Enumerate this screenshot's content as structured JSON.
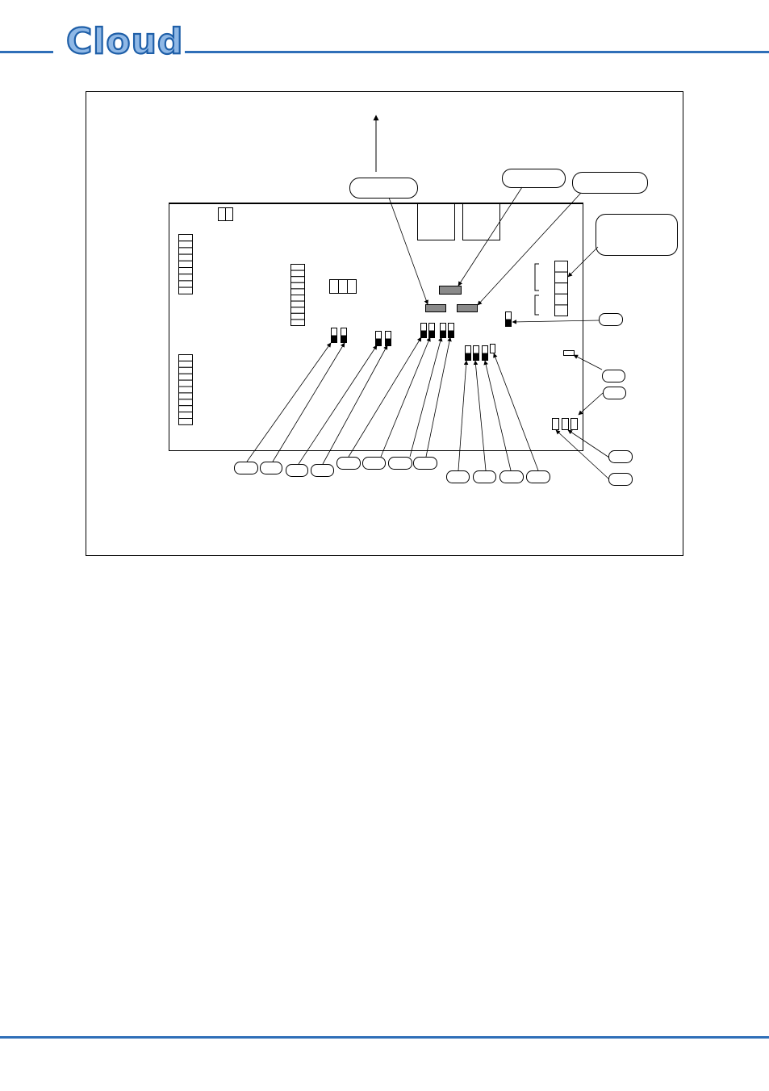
{
  "header": {
    "logo_text": "Cloud",
    "rule_color": "#2f6fb8",
    "logo_fill": "#8fb8e6",
    "logo_stroke": "#1f5fa8"
  },
  "diagram": {
    "icons": [
      "board-outline",
      "connector-block",
      "dip-switch",
      "jumper",
      "callout-bubble",
      "leader-arrow"
    ]
  },
  "footer": {
    "rule_color": "#2f6fb8"
  }
}
